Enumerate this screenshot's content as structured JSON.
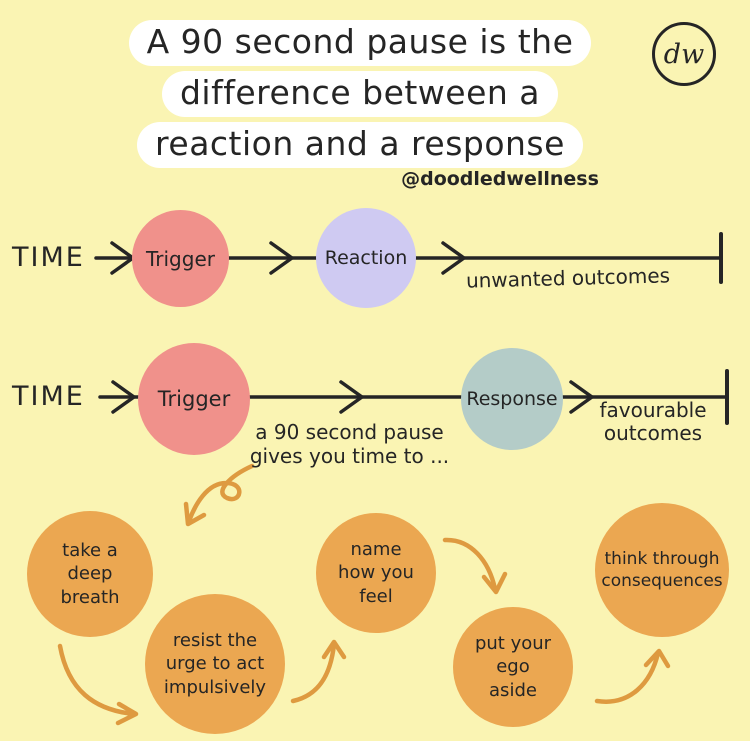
{
  "colors": {
    "background": "#FAF4B3",
    "title_highlight": "#FFFFFF",
    "ink": "#252525",
    "trigger_circle": "#F0918B",
    "reaction_circle": "#CFCAF2",
    "response_circle": "#B4CCC8",
    "action_bubble": "#EBA751",
    "orange_arrow": "#DE9A40"
  },
  "header": {
    "title_line1": "A 90 second pause is the",
    "title_line2": "difference between a",
    "title_line3": "reaction and a response",
    "attribution": "@doodledwellness",
    "logo_monogram": "dw"
  },
  "reaction_timeline": {
    "time_label": "TIME",
    "trigger": "Trigger",
    "event": "Reaction",
    "outcome": "unwanted outcomes"
  },
  "response_timeline": {
    "time_label": "TIME",
    "trigger": "Trigger",
    "event": "Response",
    "outcome": "favourable\noutcomes",
    "pause_note": "a 90 second pause\ngives you time to ..."
  },
  "bubbles": [
    {
      "id": "take-a-deep-breath",
      "label": "take a\ndeep\nbreath"
    },
    {
      "id": "resist-the-urge",
      "label": "resist the\nurge to act\nimpulsively"
    },
    {
      "id": "name-how-you-feel",
      "label": "name\nhow you\nfeel"
    },
    {
      "id": "put-your-ego-aside",
      "label": "put your\nego\naside"
    },
    {
      "id": "think-through-consequences",
      "label": "think through\nconsequences"
    }
  ]
}
